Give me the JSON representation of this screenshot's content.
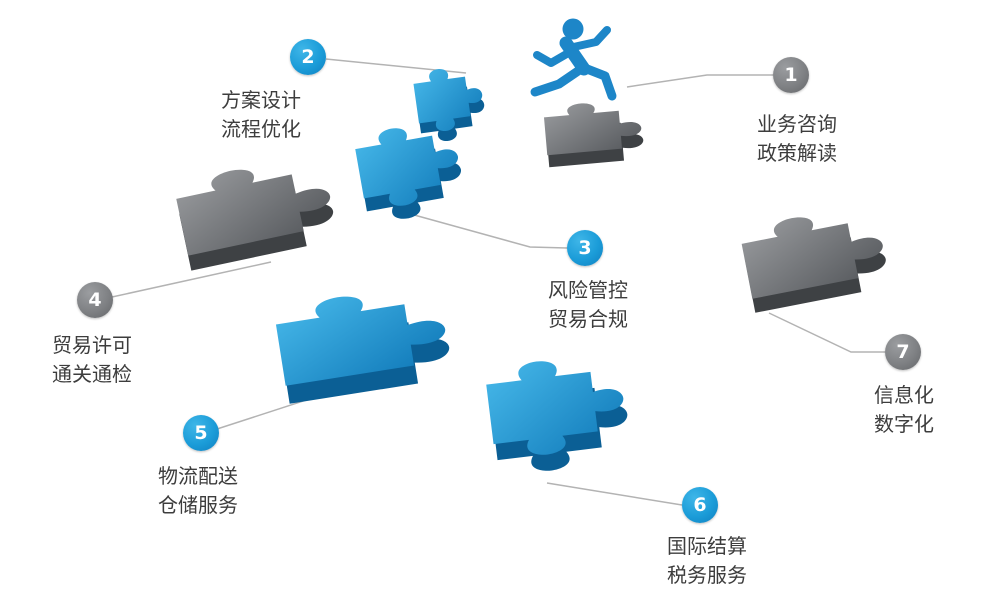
{
  "colors": {
    "blue": "#1b9cd8",
    "gray": "#7f8184",
    "text": "#3d3d3d",
    "leader_line": "#b3b3b3",
    "puzzle_blue_top": "#2aa6e0",
    "puzzle_blue_side": "#0b5f95",
    "puzzle_gray_top": "#85878a",
    "puzzle_gray_side": "#3e4144"
  },
  "icons": {
    "figure": "running-person-icon"
  },
  "items": [
    {
      "number": "1",
      "color": "gray",
      "lines": [
        "业务咨询",
        "政策解读"
      ]
    },
    {
      "number": "2",
      "color": "blue",
      "lines": [
        "方案设计",
        "流程优化"
      ]
    },
    {
      "number": "3",
      "color": "blue",
      "lines": [
        "风险管控",
        "贸易合规"
      ]
    },
    {
      "number": "4",
      "color": "gray",
      "lines": [
        "贸易许可",
        "通关通检"
      ]
    },
    {
      "number": "5",
      "color": "blue",
      "lines": [
        "物流配送",
        "仓储服务"
      ]
    },
    {
      "number": "6",
      "color": "blue",
      "lines": [
        "国际结算",
        "税务服务"
      ]
    },
    {
      "number": "7",
      "color": "gray",
      "lines": [
        "信息化",
        "数字化"
      ]
    }
  ]
}
